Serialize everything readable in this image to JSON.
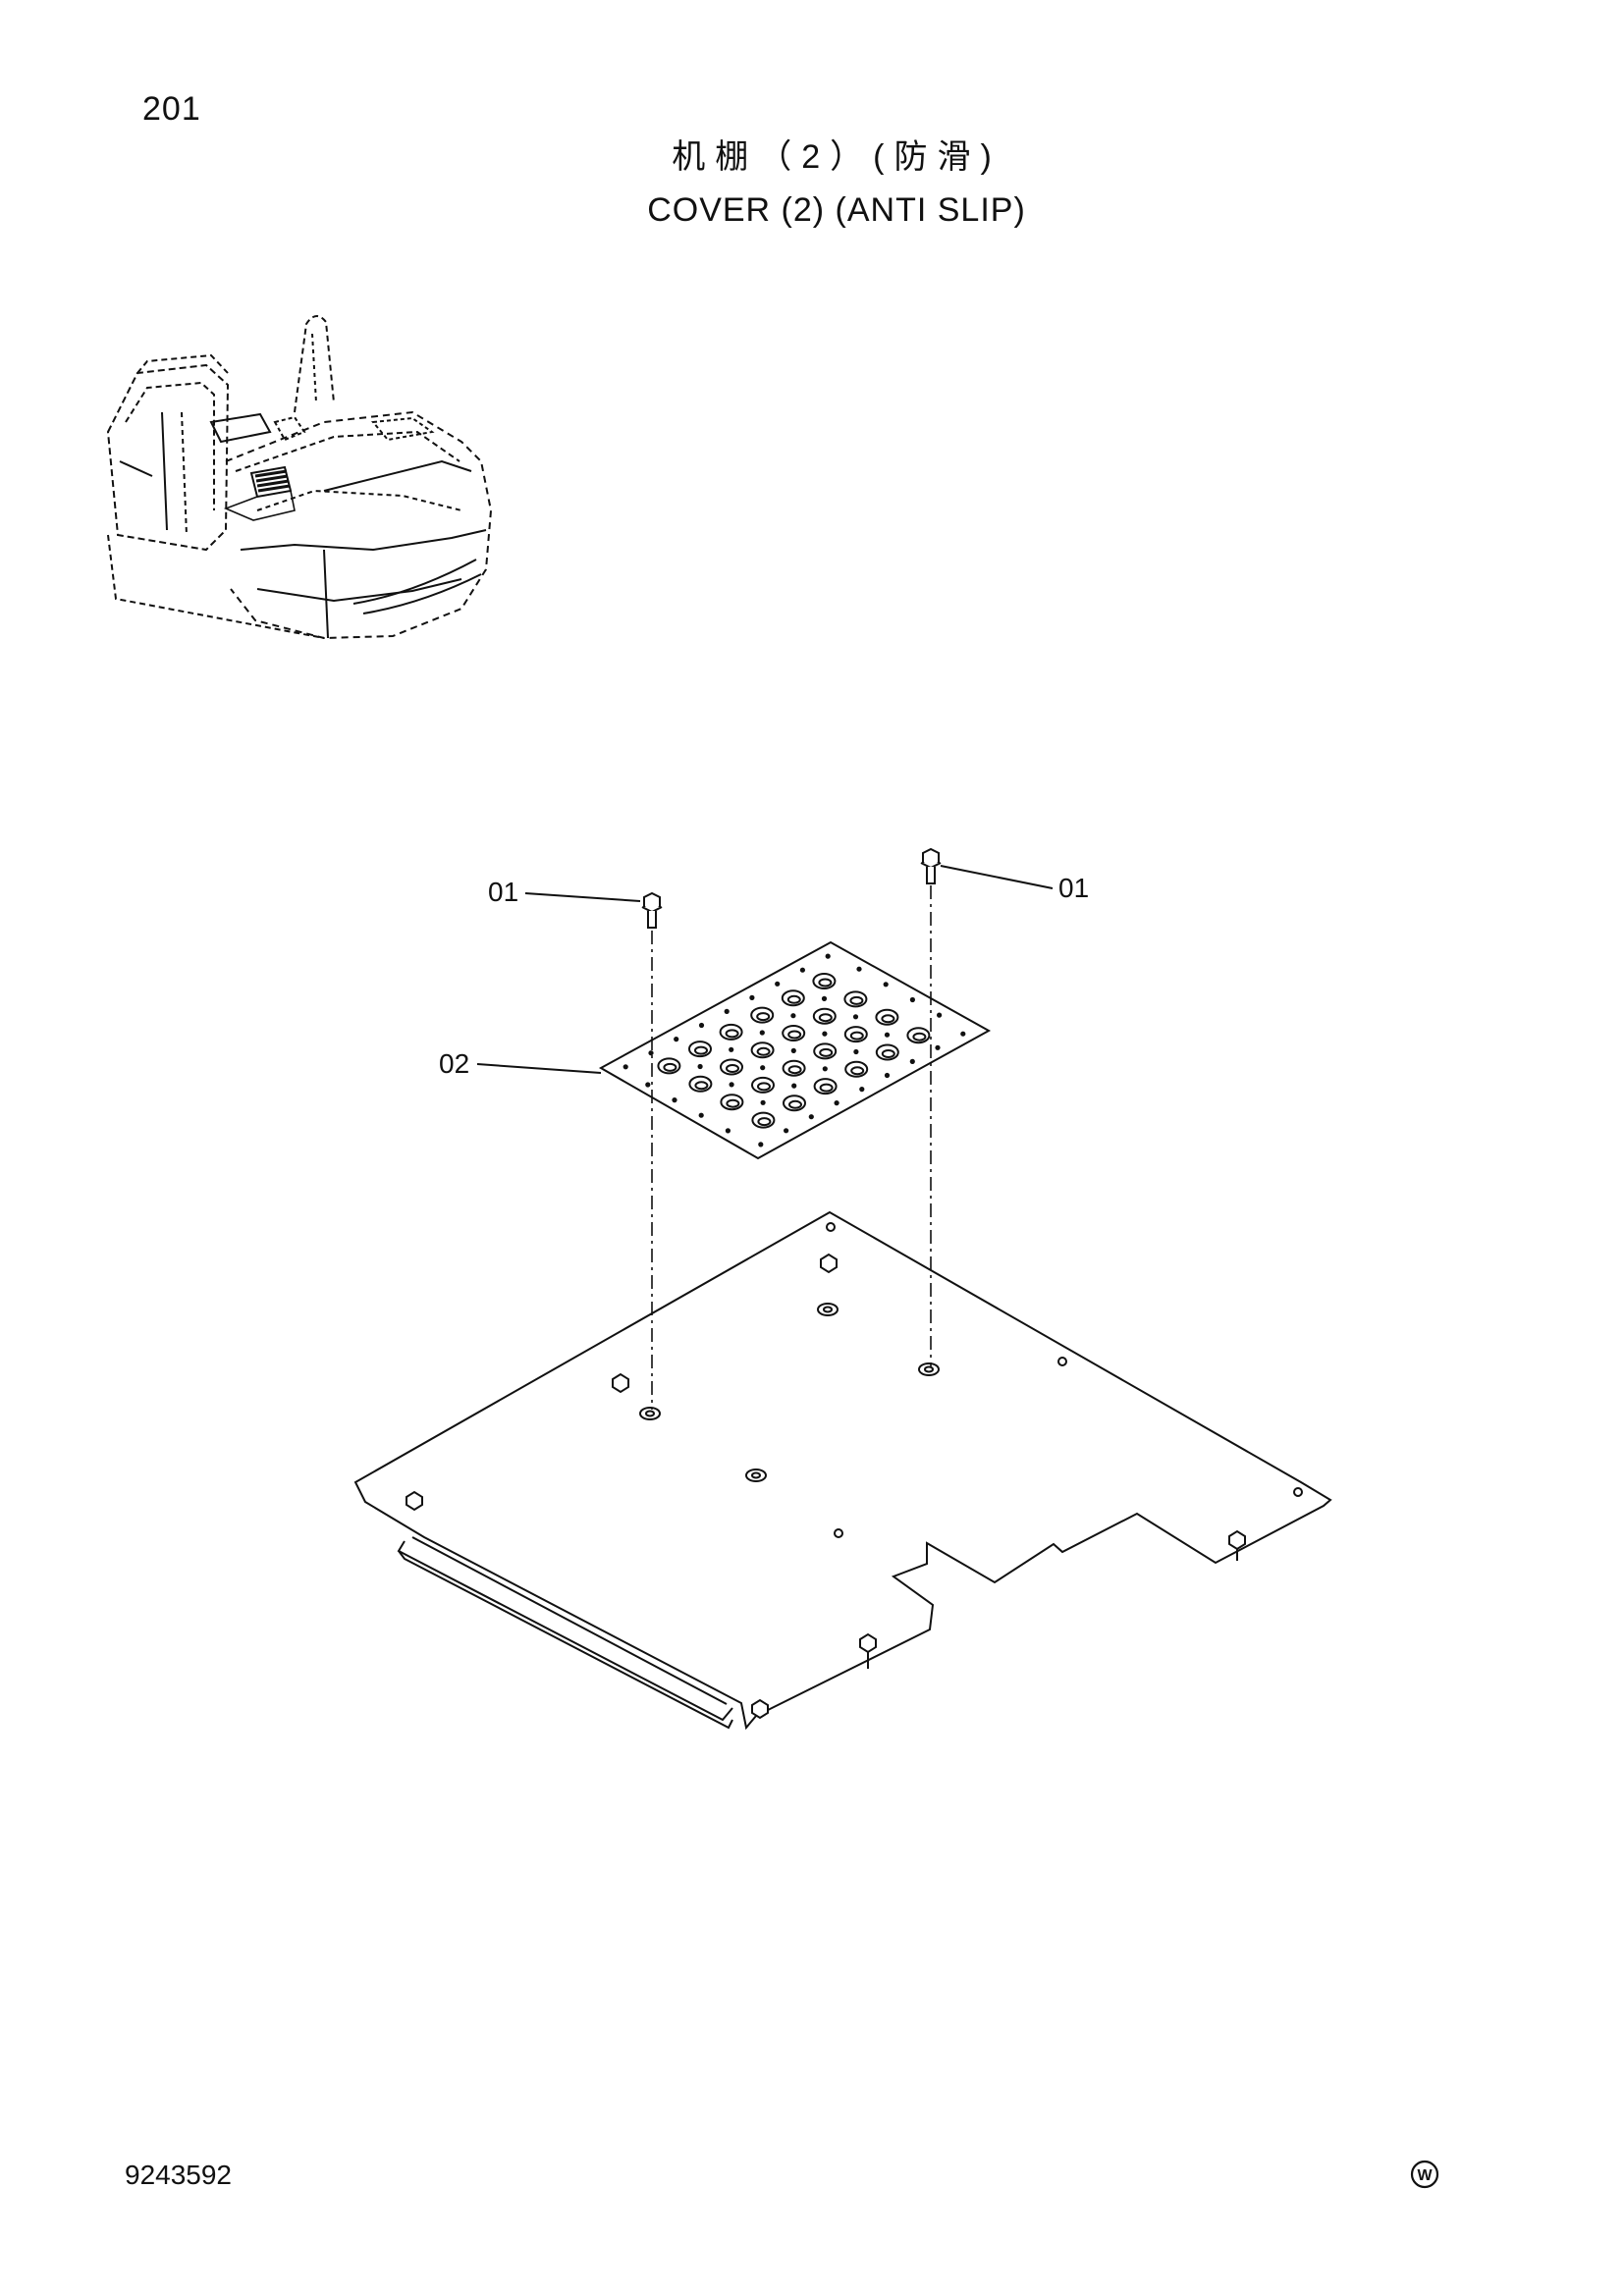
{
  "page": {
    "number": "201",
    "title_cn": "机棚（2）(防滑)",
    "title_en": "COVER (2) (ANTI SLIP)",
    "doc_number": "9243592",
    "mark_letter": "W"
  },
  "callouts": {
    "bolt_left": "01",
    "bolt_right": "01",
    "plate": "02"
  },
  "icons": {
    "overview": "excavator-overview-icon",
    "mark": "circled-w-mark"
  }
}
